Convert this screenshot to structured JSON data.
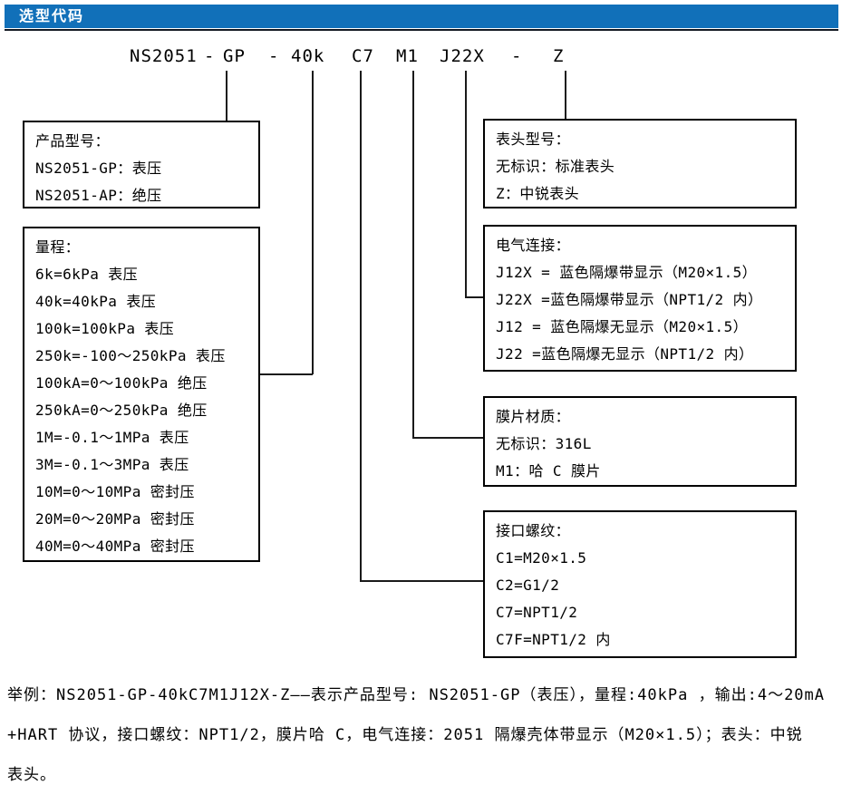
{
  "header": {
    "title": "选型代码"
  },
  "code": {
    "segments": [
      "NS2051",
      "-",
      "GP",
      "-",
      "40k",
      "C7",
      "M1",
      "J22X",
      "-",
      "Z"
    ]
  },
  "boxes": {
    "product": {
      "title": "产品型号：",
      "items": [
        "NS2051-GP：表压",
        "NS2051-AP：绝压"
      ]
    },
    "range": {
      "title": "量程：",
      "items": [
        "6k=6kPa 表压",
        "40k=40kPa 表压",
        "100k=100kPa 表压",
        "250k=-100～250kPa 表压",
        "100kA=0～100kPa 绝压",
        "250kA=0～250kPa 绝压",
        "1M=-0.1～1MPa 表压",
        "3M=-0.1～3MPa 表压",
        "10M=0～10MPa 密封压",
        "20M=0～20MPa 密封压",
        "40M=0～40MPa 密封压"
      ]
    },
    "display_head": {
      "title": "表头型号：",
      "items": [
        "无标识：标准表头",
        "Z：中锐表头"
      ]
    },
    "electrical": {
      "title": "电气连接：",
      "items": [
        "J12X = 蓝色隔爆带显示（M20×1.5）",
        "J22X =蓝色隔爆带显示（NPT1/2 内）",
        "J12 = 蓝色隔爆无显示（M20×1.5）",
        "J22 =蓝色隔爆无显示（NPT1/2 内）"
      ]
    },
    "diaphragm": {
      "title": "膜片材质：",
      "items": [
        "无标识：316L",
        "M1：哈 C 膜片"
      ]
    },
    "thread": {
      "title": "接口螺纹：",
      "items": [
        "C1=M20×1.5",
        "C2=G1/2",
        "C7=NPT1/2",
        "C7F=NPT1/2 内"
      ]
    }
  },
  "footer": {
    "lines": [
      "举例：NS2051-GP-40kC7M1J12X-Z——表示产品型号: NS2051-GP（表压），量程:40kPa ，输出:4～20mA",
      "+HART 协议，接口螺纹：NPT1/2，膜片哈 C，电气连接：2051 隔爆壳体带显示（M20×1.5）；表头：中锐",
      "表头。"
    ]
  },
  "colors": {
    "header_bg": "#1170b9",
    "header_text": "#ffffff",
    "header_rule": "#141a24",
    "line_color": "#1a1a1a"
  }
}
